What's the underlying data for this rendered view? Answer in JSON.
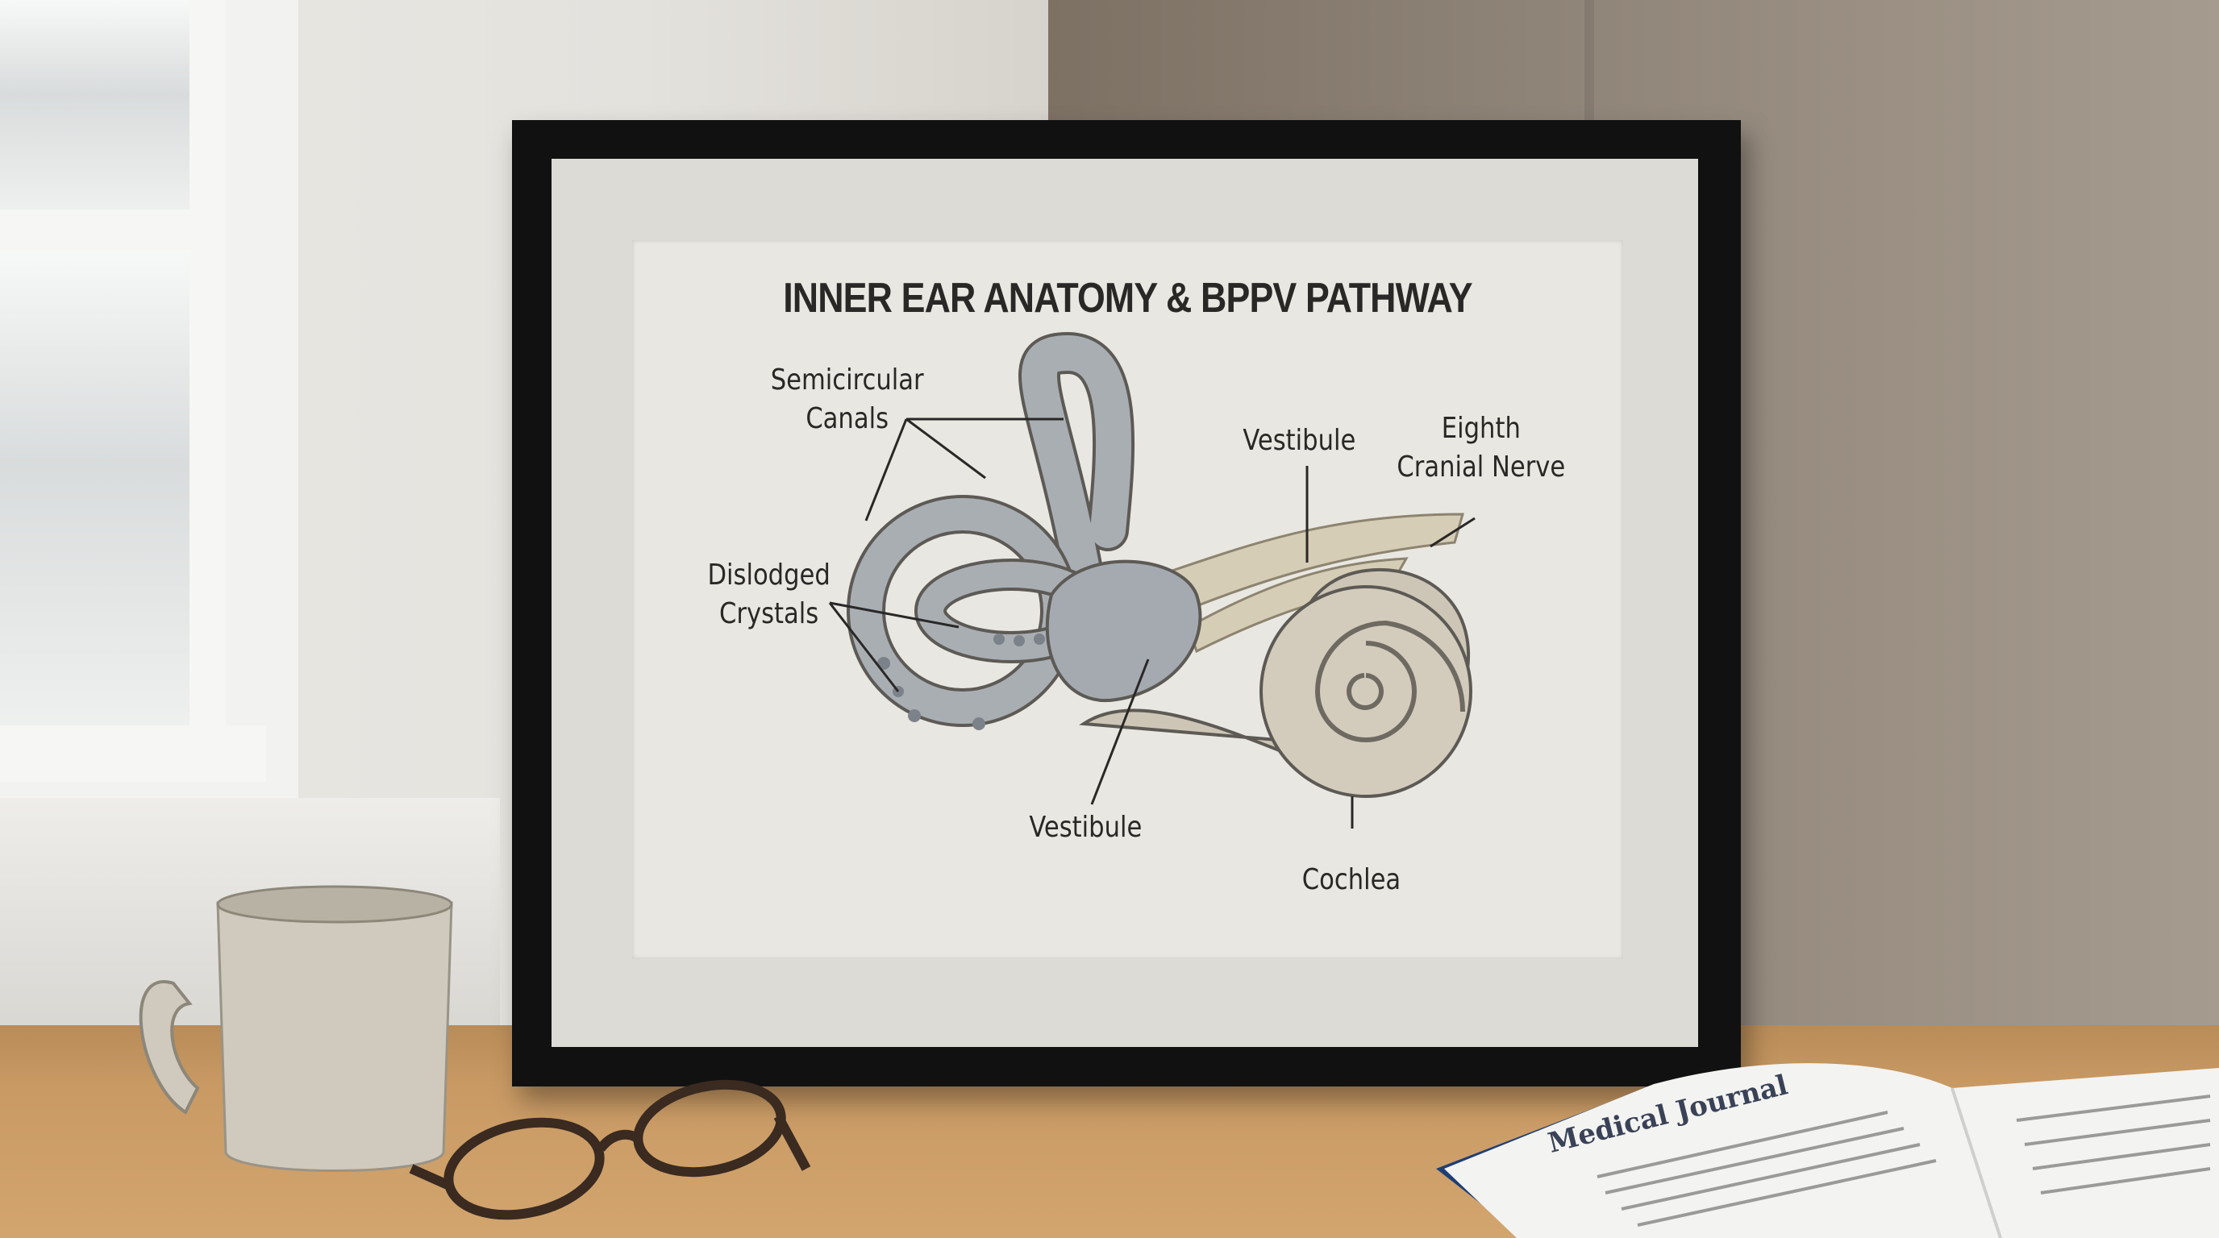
{
  "poster": {
    "title": "INNER EAR ANATOMY & BPPV PATHWAY",
    "labels": {
      "semicircular_canals": [
        "Semicircular",
        "Canals"
      ],
      "vestibule_top": "Vestibule",
      "eighth_cranial_nerve": [
        "Eighth",
        "Cranial Nerve"
      ],
      "dislodged_crystals": [
        "Dislodged",
        "Crystals"
      ],
      "vestibule_bottom": "Vestibule",
      "cochlea": "Cochlea"
    }
  },
  "journal": {
    "title": "Medical Journal"
  },
  "colors": {
    "frame": "#111111",
    "mat": "#dddbd6",
    "paper": "#e9e7e1",
    "canal": "#a9aeb3",
    "cochlea": "#cdc6b6",
    "desk": "#c99a64",
    "wall": "#8c8276"
  }
}
